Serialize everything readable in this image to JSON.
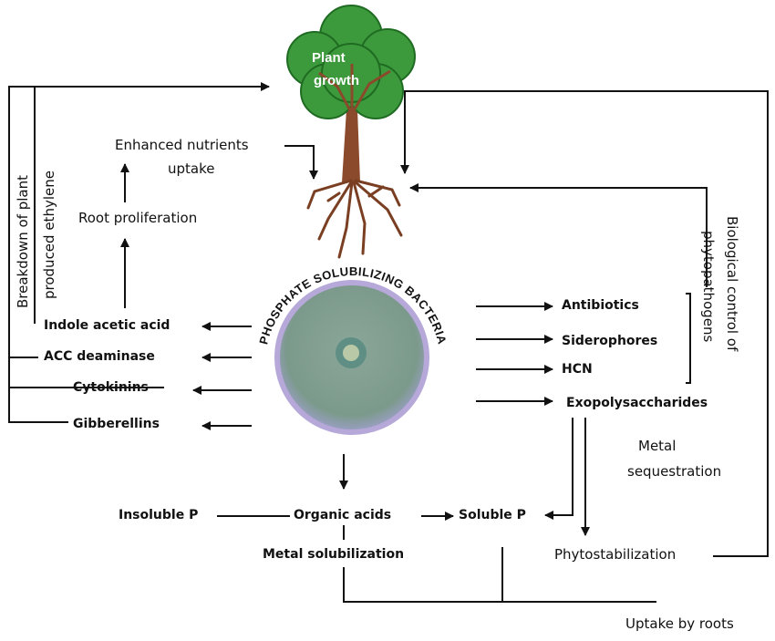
{
  "tree": {
    "label_line1": "Plant",
    "label_line2": "growth"
  },
  "center": {
    "title": "PHOSPHATE SOLUBILIZING BACTERIA"
  },
  "left": {
    "enhanced_line1": "Enhanced nutrients",
    "enhanced_line2": "uptake",
    "root_proliferation": "Root proliferation",
    "iaa": "Indole acetic acid",
    "acc": "ACC deaminase",
    "cytokinins": "Cytokinins",
    "gibberellins": "Gibberellins",
    "ethylene_line1": "Breakdown of plant",
    "ethylene_line2": "produced ethylene"
  },
  "right": {
    "antibiotics": "Antibiotics",
    "siderophores": "Siderophores",
    "hcn": "HCN",
    "exopolysaccharides": "Exopolysaccharides",
    "biocontrol_line1": "Biological control of",
    "biocontrol_line2": "phytopathogens",
    "metal_seq_line1": "Metal",
    "metal_seq_line2": "sequestration",
    "phytostabilization": "Phytostabilization"
  },
  "bottom": {
    "insoluble_p": "Insoluble P",
    "organic_acids": "Organic acids",
    "soluble_p": "Soluble P",
    "metal_solubilization": "Metal solubilization",
    "uptake_by_roots": "Uptake by roots"
  },
  "colors": {
    "line": "#111111",
    "foliage": "#3c9a3c",
    "foliage_dark": "#1f6b22",
    "trunk": "#8b4a2b",
    "root": "#7a3f22",
    "dish_fill": "#7c9a8c",
    "dish_rim": "#b6a8d8",
    "colony": "#b9c9a8",
    "halo": "#5f8f84"
  }
}
